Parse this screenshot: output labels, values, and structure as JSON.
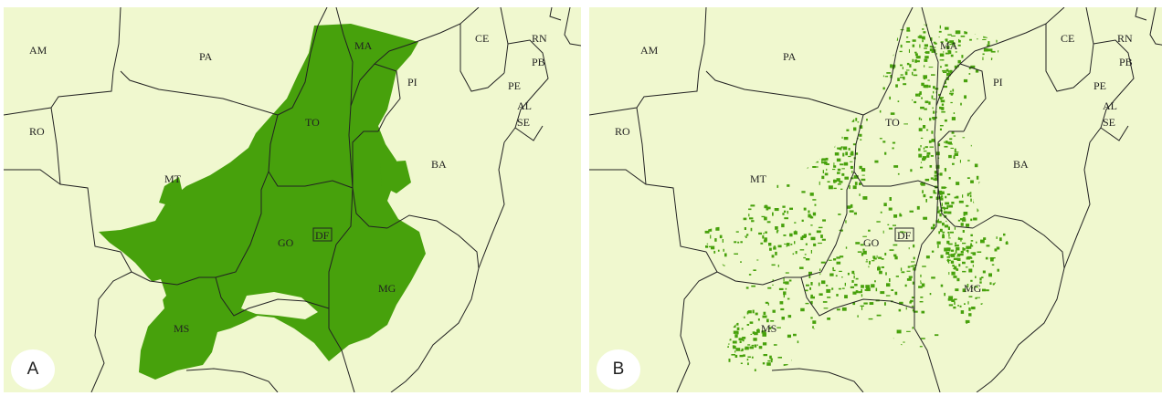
{
  "colors": {
    "background": "#f0f8cf",
    "region": "#47a10c",
    "borders": "#222222",
    "badge": "#ffffff"
  },
  "panels": [
    {
      "badge": "A",
      "mode": "solid-region",
      "labels": {
        "AM": "AM",
        "PA": "PA",
        "MA": "MA",
        "CE": "CE",
        "RN": "RN",
        "PB": "PB",
        "PI": "PI",
        "PE": "PE",
        "AL": "AL",
        "SE": "SE",
        "RO": "RO",
        "TO": "TO",
        "BA": "BA",
        "MT": "MT",
        "GO": "GO",
        "DF": "DF",
        "MG": "MG",
        "MS": "MS"
      }
    },
    {
      "badge": "B",
      "mode": "scattered-patches",
      "labels": {
        "AM": "AM",
        "PA": "PA",
        "MA": "MA",
        "CE": "CE",
        "RN": "RN",
        "PB": "PB",
        "PI": "PI",
        "PE": "PE",
        "AL": "AL",
        "SE": "SE",
        "RO": "RO",
        "TO": "TO",
        "BA": "BA",
        "MT": "MT",
        "GO": "GO",
        "DF": "DF",
        "MG": "MG",
        "MS": "MS"
      }
    }
  ]
}
